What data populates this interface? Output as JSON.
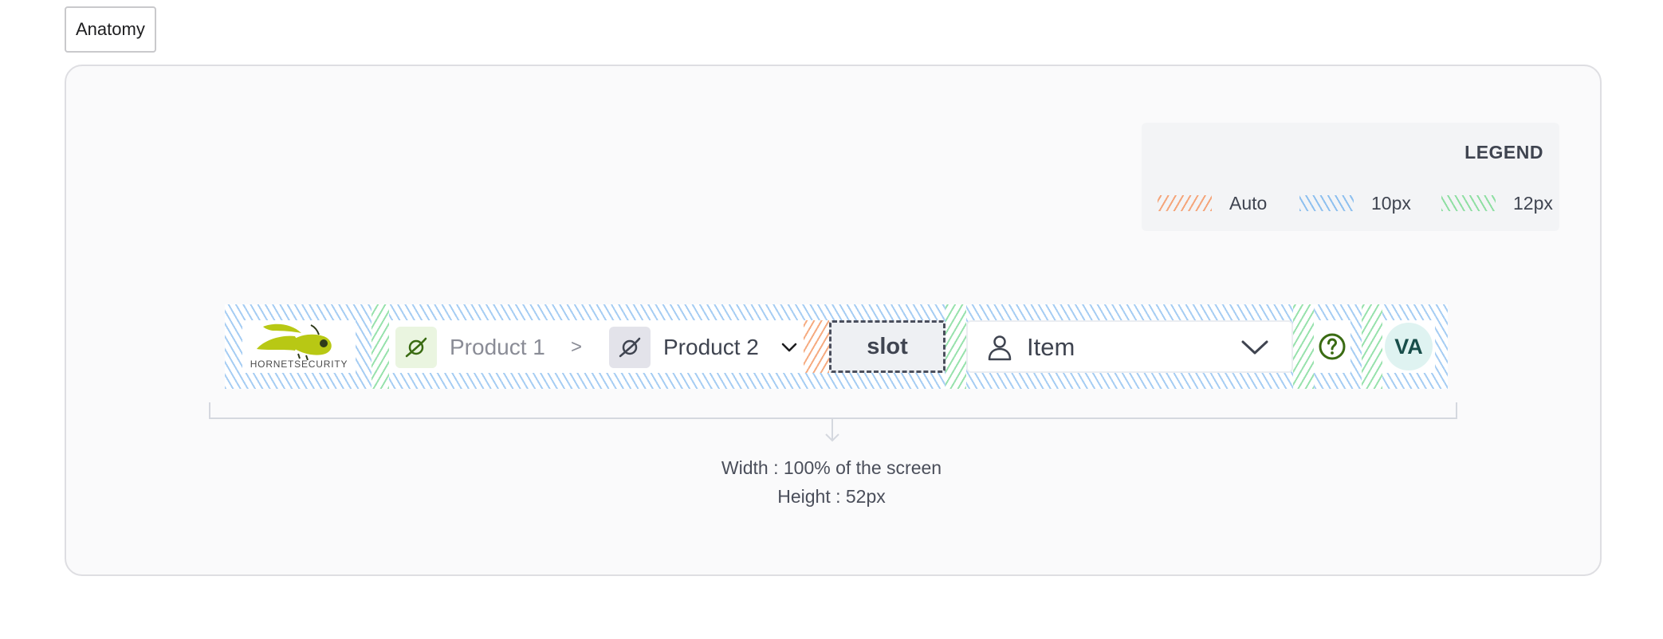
{
  "tab": {
    "label": "Anatomy"
  },
  "legend": {
    "title": "LEGEND",
    "items": [
      {
        "label": "Auto",
        "color": "#f5a57a"
      },
      {
        "label": "10px",
        "color": "#8ec0ef"
      },
      {
        "label": "12px",
        "color": "#8fdfa3"
      }
    ]
  },
  "header": {
    "logo": {
      "wordmark": "HORNETSECURITY",
      "brand_color": "#b8c814"
    },
    "breadcrumbs": {
      "product1": "Product 1",
      "separator": ">",
      "product2": "Product 2"
    },
    "slot_label": "slot",
    "item_select": {
      "label": "Item"
    },
    "avatar_initials": "VA",
    "accent_green": "#3a6b12"
  },
  "dimensions": {
    "width_text": "Width : 100% of the screen",
    "height_text": "Height : 52px"
  }
}
